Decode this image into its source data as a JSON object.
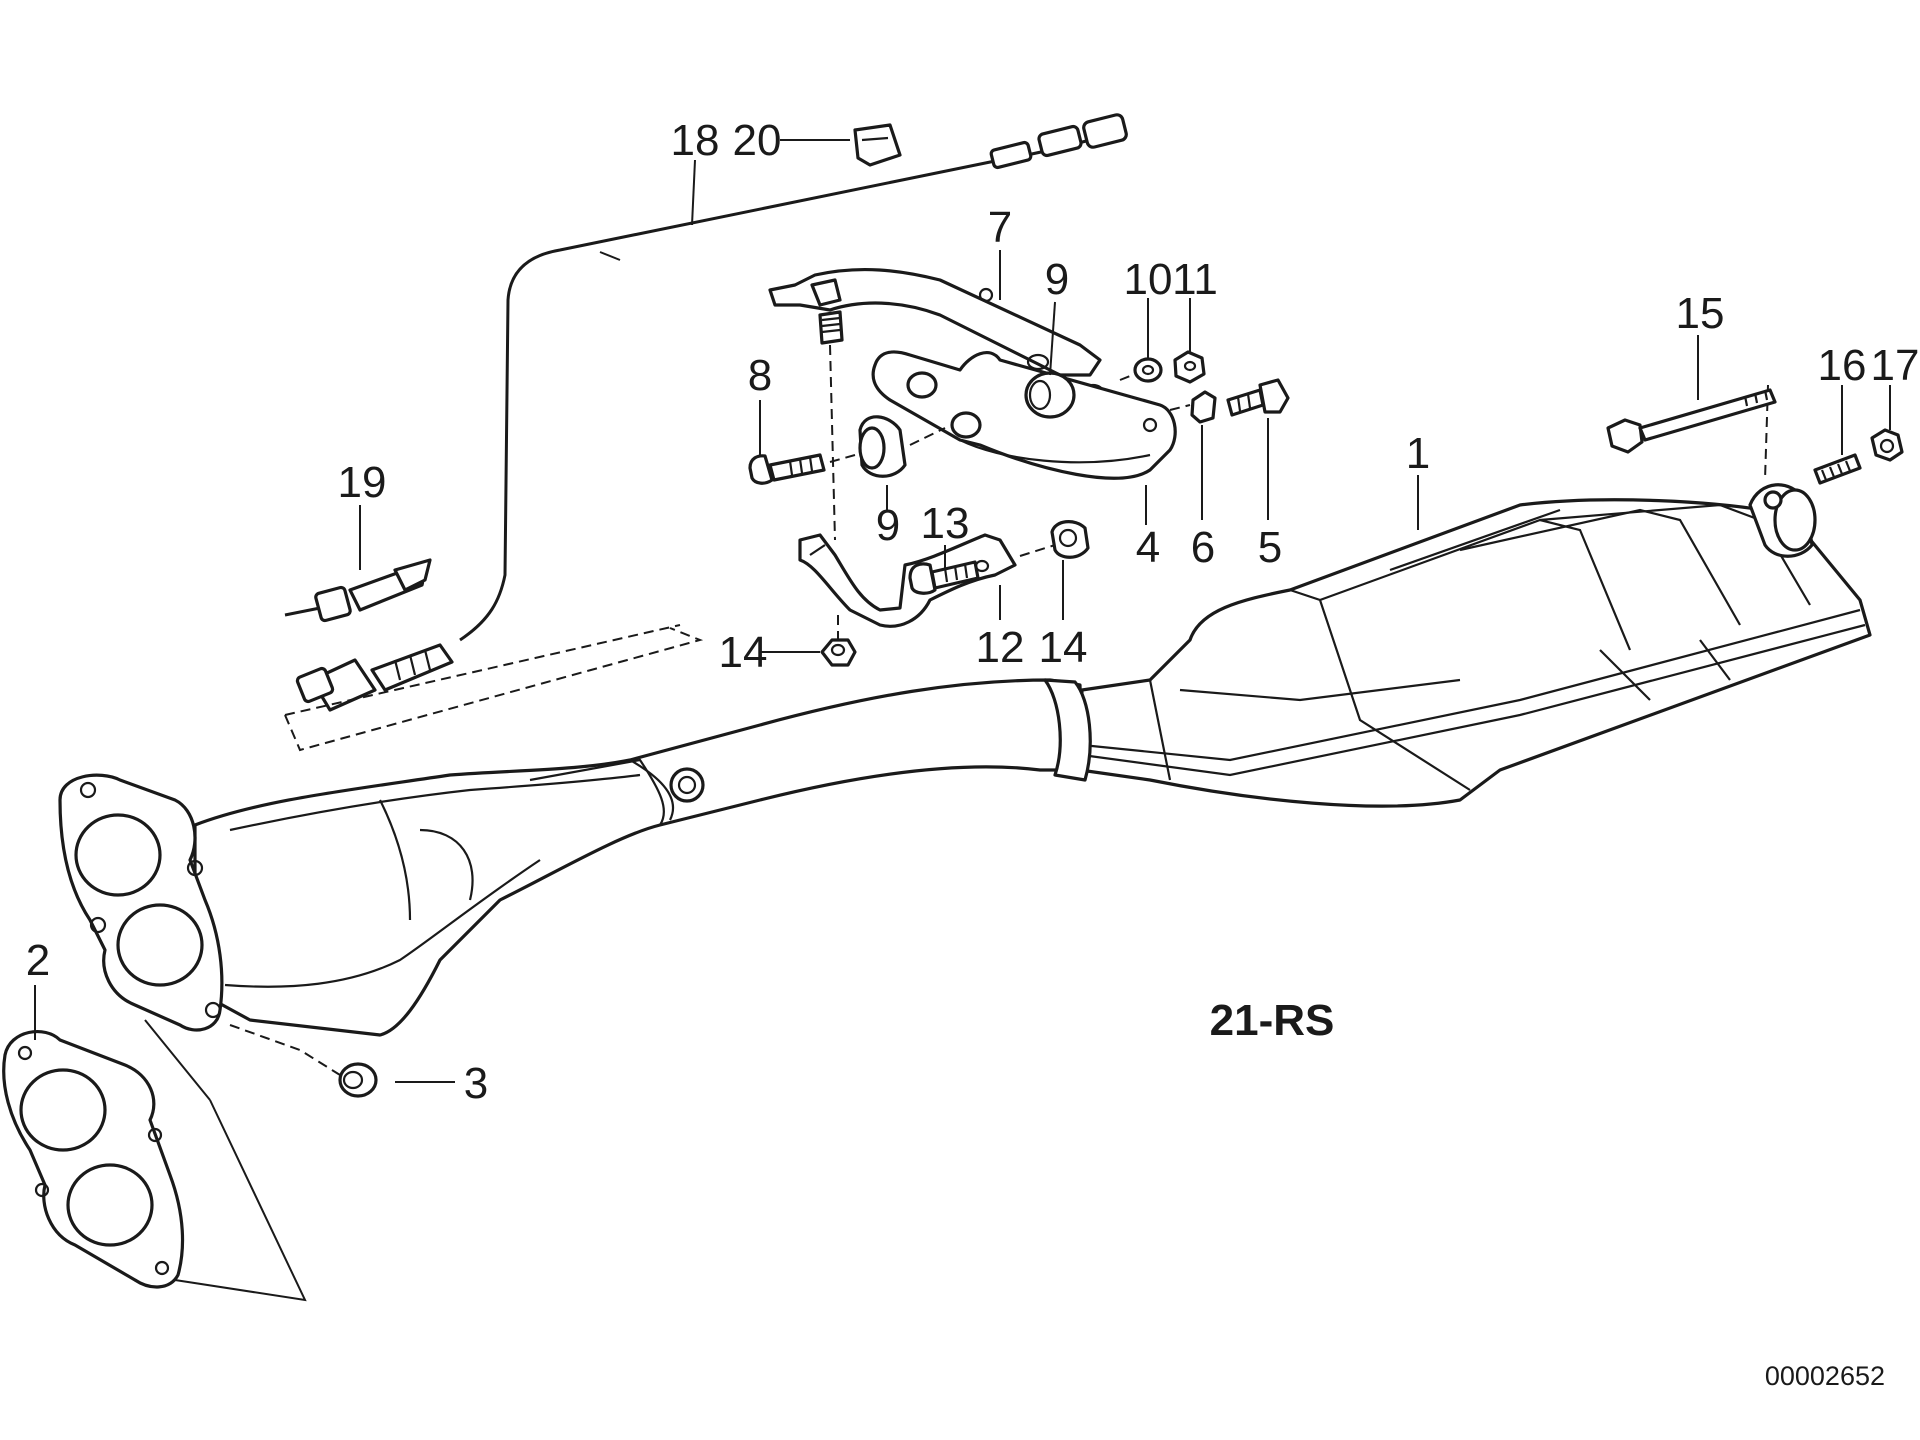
{
  "diagram": {
    "section_label": "21-RS",
    "reference_number": "00002652",
    "callouts": [
      {
        "id": "1",
        "label": "1"
      },
      {
        "id": "2",
        "label": "2"
      },
      {
        "id": "3",
        "label": "3"
      },
      {
        "id": "4",
        "label": "4"
      },
      {
        "id": "5",
        "label": "5"
      },
      {
        "id": "6",
        "label": "6"
      },
      {
        "id": "7",
        "label": "7"
      },
      {
        "id": "8",
        "label": "8"
      },
      {
        "id": "9a",
        "label": "9"
      },
      {
        "id": "9b",
        "label": "9"
      },
      {
        "id": "10",
        "label": "10"
      },
      {
        "id": "11",
        "label": "11"
      },
      {
        "id": "12",
        "label": "12"
      },
      {
        "id": "13",
        "label": "13"
      },
      {
        "id": "14a",
        "label": "14"
      },
      {
        "id": "14b",
        "label": "14"
      },
      {
        "id": "15",
        "label": "15"
      },
      {
        "id": "16",
        "label": "16"
      },
      {
        "id": "17",
        "label": "17"
      },
      {
        "id": "18",
        "label": "18"
      },
      {
        "id": "19",
        "label": "19"
      },
      {
        "id": "20",
        "label": "20"
      }
    ]
  }
}
